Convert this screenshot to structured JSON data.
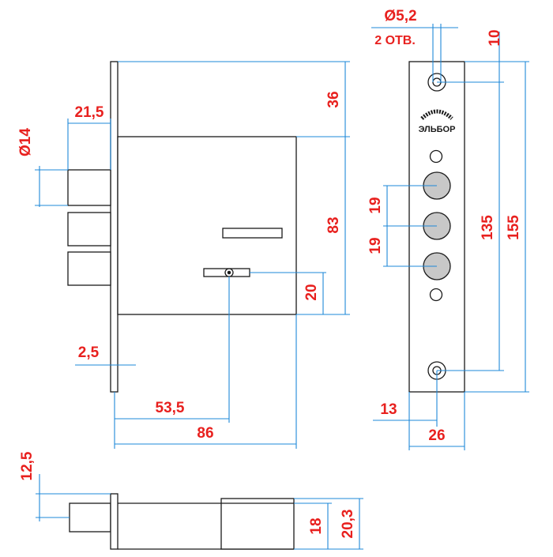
{
  "dimensions": {
    "hole_diameter": "Ø5,2",
    "hole_count": "2 ОТВ.",
    "top_offset": "10",
    "bolt_projection": "21,5",
    "bolt_diameter": "Ø14",
    "case_top": "36",
    "case_height": "83",
    "keyhole_height": "20",
    "faceplate_thickness": "2,5",
    "backset": "53,5",
    "case_width": "86",
    "bolt_spacing_1": "19",
    "bolt_spacing_2": "19",
    "hole_spacing": "135",
    "faceplate_length": "155",
    "faceplate_center": "13",
    "faceplate_width": "26",
    "bolt_offset": "12,5",
    "case_depth": "18",
    "total_depth": "20,3"
  },
  "brand": {
    "logo_text": "ЭЛЬБОР"
  },
  "colors": {
    "dimension_text": "#e8201e",
    "dimension_line": "#1e88d8",
    "outline": "#1a1a1a"
  }
}
